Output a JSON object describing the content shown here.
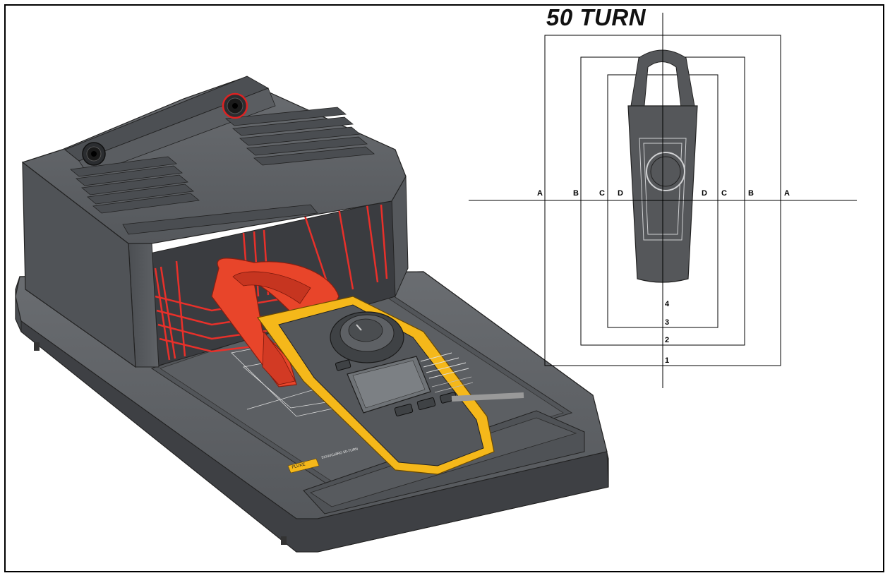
{
  "title": "50 TURN",
  "zone_labels_left": [
    "A",
    "B",
    "C",
    "D"
  ],
  "zone_labels_right": [
    "D",
    "C",
    "B",
    "A"
  ],
  "position_labels": [
    "4",
    "3",
    "2",
    "1"
  ],
  "device_brand": "FLUKE",
  "device_model": "5XXA/CoilRO 50-TURN",
  "colors": {
    "clamp_yellow": "#f5b81a",
    "clamp_red": "#e8452a",
    "base_gray": "#5f6266",
    "diagram_meter": "#55575a"
  }
}
